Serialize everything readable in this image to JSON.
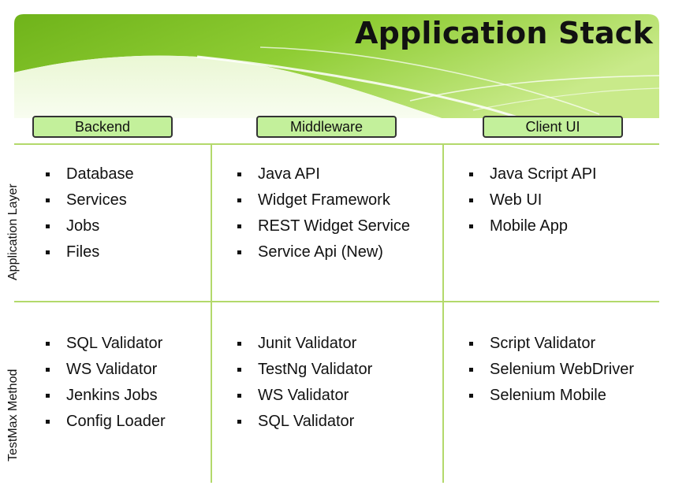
{
  "title": "Application Stack",
  "columns": [
    "Backend",
    "Middleware",
    "Client UI"
  ],
  "rows": [
    {
      "label": "Application Layer",
      "cells": [
        [
          "Database",
          "Services",
          "Jobs",
          "Files"
        ],
        [
          "Java API",
          "Widget Framework",
          "REST Widget Service",
          "Service Api (New)"
        ],
        [
          "Java Script API",
          "Web UI",
          "Mobile App"
        ]
      ]
    },
    {
      "label": "TestMax Method",
      "cells": [
        [
          "SQL Validator",
          "WS Validator",
          "Jenkins Jobs",
          "Config Loader"
        ],
        [
          "Junit Validator",
          "TestNg Validator",
          "WS Validator",
          "SQL Validator"
        ],
        [
          "Script Validator",
          "Selenium WebDriver",
          "Selenium Mobile"
        ]
      ]
    }
  ],
  "colors": {
    "banner_green": "#7cc021",
    "header_fill": "#c3f09b",
    "grid_line": "#b3d96b"
  }
}
